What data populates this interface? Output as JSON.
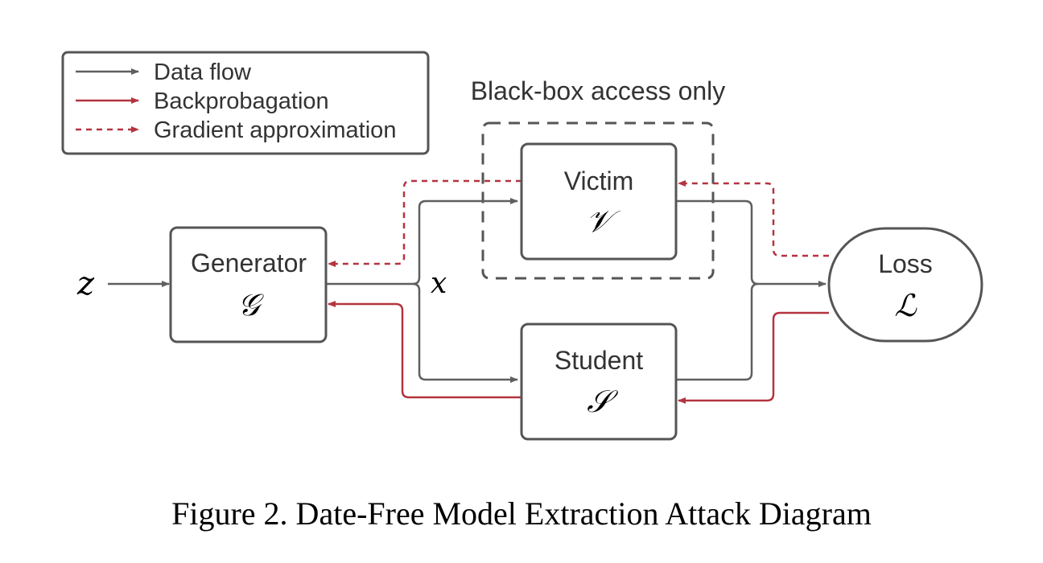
{
  "legend": {
    "data_flow": "Data flow",
    "backprop": "Backprobagation",
    "gradient_approx": "Gradient approximation"
  },
  "blackbox_label": "Black-box access only",
  "nodes": {
    "generator": {
      "label": "Generator",
      "symbol": "𝒢"
    },
    "victim": {
      "label": "Victim",
      "symbol": "𝒱"
    },
    "student": {
      "label": "Student",
      "symbol": "𝒮"
    },
    "loss": {
      "label": "Loss",
      "symbol": "ℒ"
    }
  },
  "inputs": {
    "z": "z",
    "x": "x"
  },
  "caption": "Figure 2. Date-Free Model Extraction Attack Diagram",
  "colors": {
    "data_flow": "#5f5f5f",
    "backprop": "#b3343f",
    "box_border": "#555555",
    "text": "#333333"
  }
}
